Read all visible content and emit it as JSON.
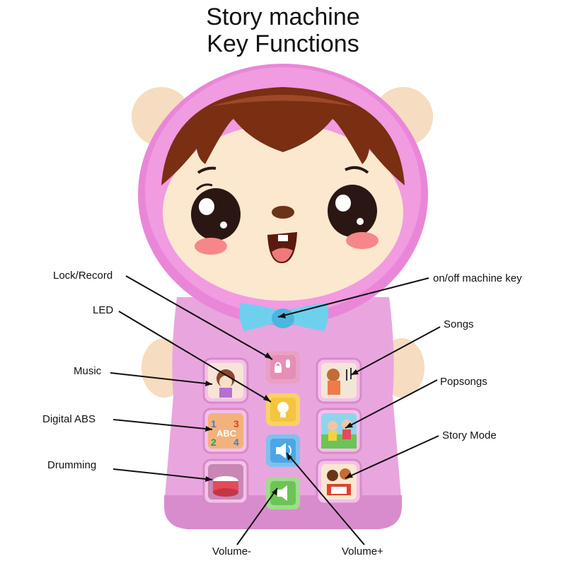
{
  "title": {
    "line1": "Story machine",
    "line2": "Key Functions"
  },
  "labels": {
    "lock_record": "Lock/Record",
    "led": "LED",
    "music": "Music",
    "digital_abs": "Digital ABS",
    "drumming": "Drumming",
    "on_off": "on/off machine key",
    "songs": "Songs",
    "popsongs": "Popsongs",
    "story_mode": "Story Mode",
    "volume_minus": "Volume-",
    "volume_plus": "Volume+"
  },
  "colors": {
    "body_pink": "#e9a6de",
    "hood_pink": "#ea86d8",
    "face_cream": "#fbe8cf",
    "hair_brown": "#7a2e12",
    "bow_blue": "#6fd0ee"
  }
}
